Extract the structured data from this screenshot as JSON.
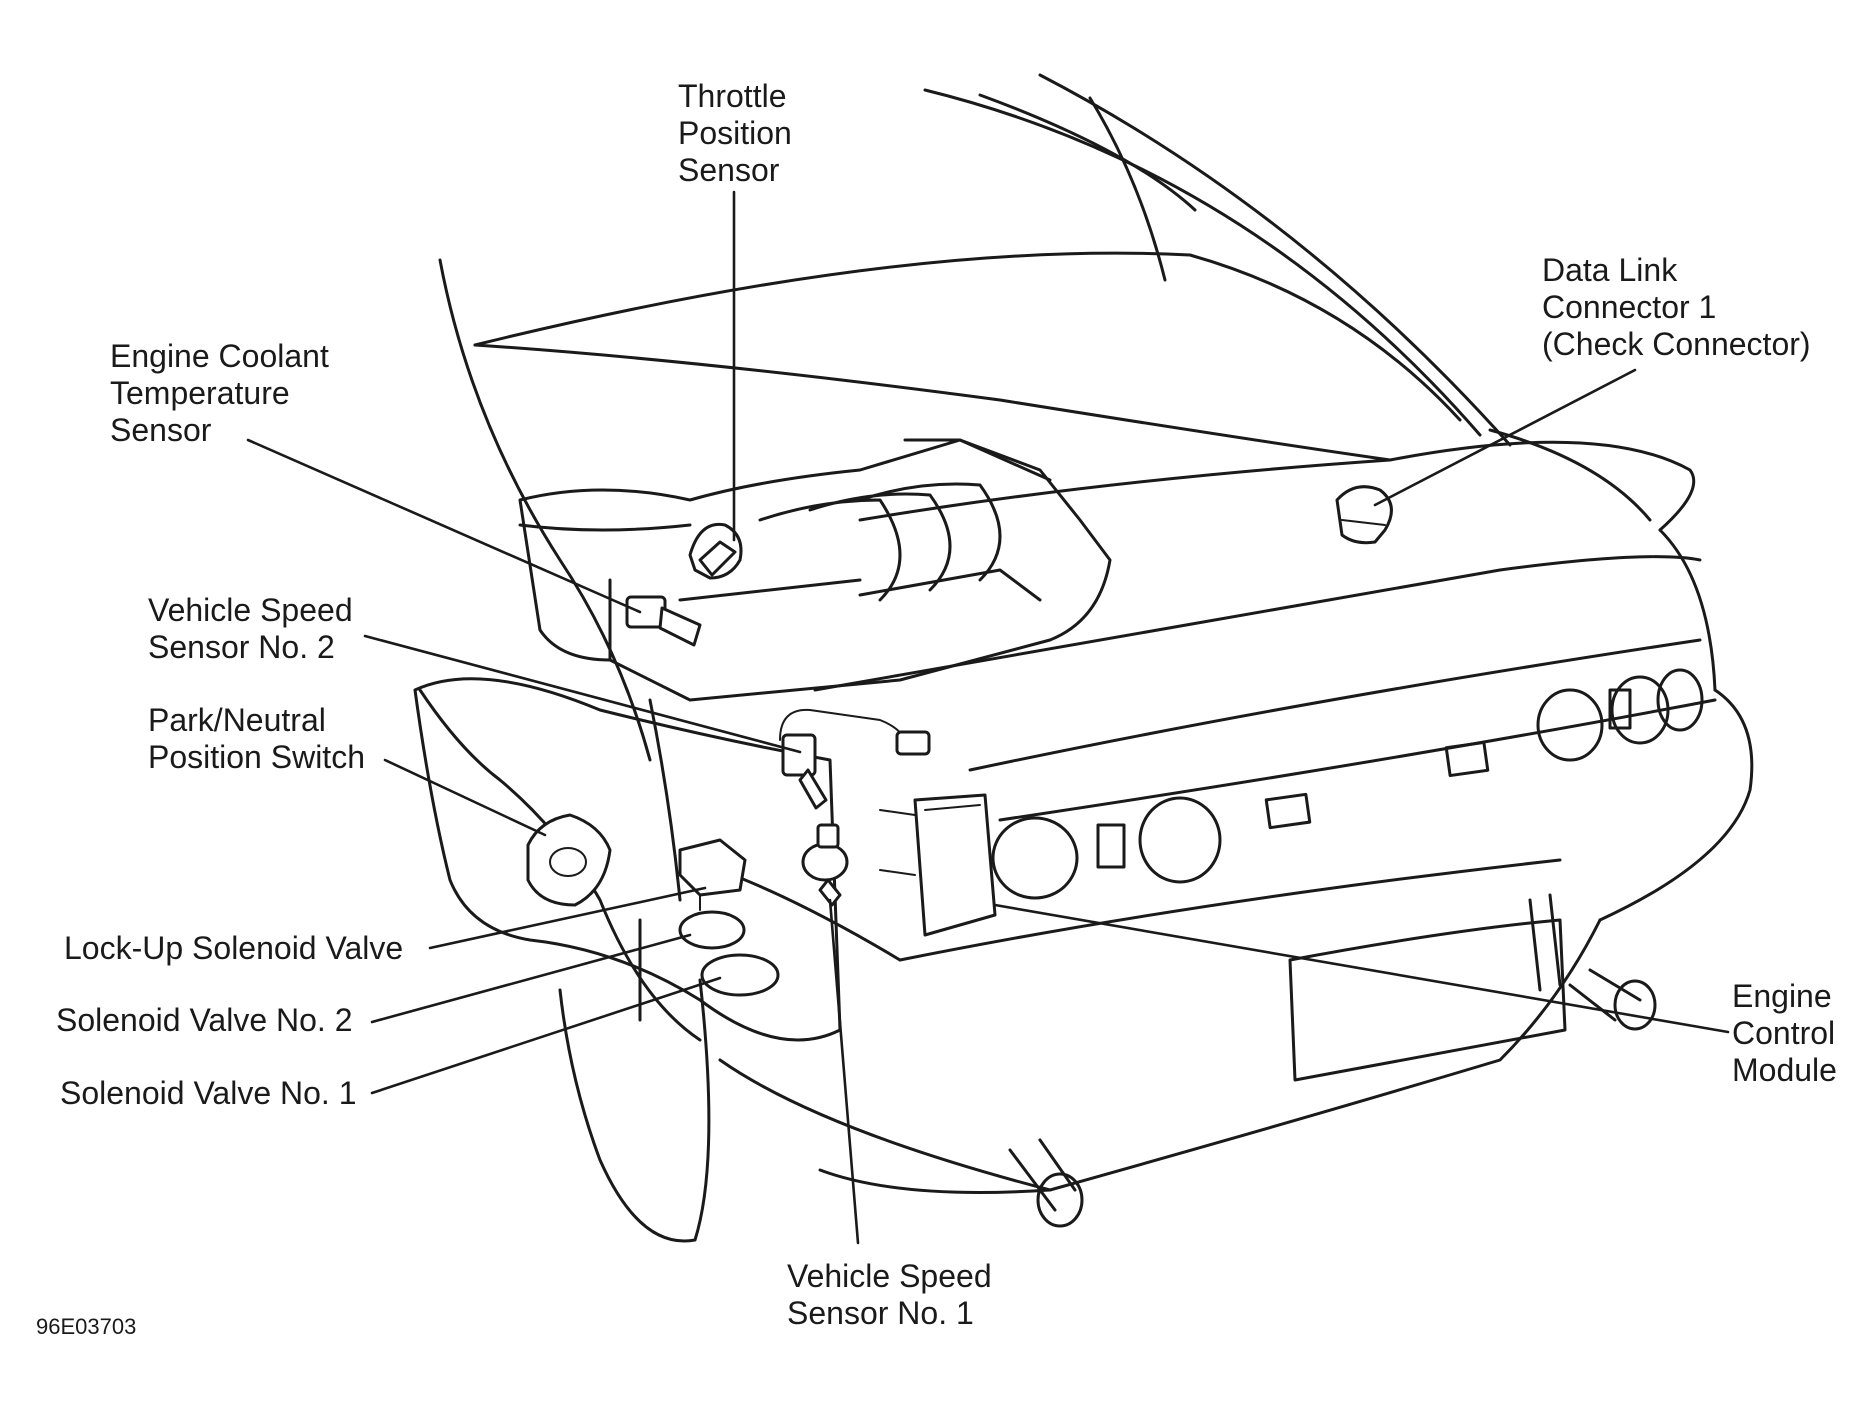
{
  "figure_code": "96E03703",
  "labels": {
    "throttle_position_sensor": [
      "Throttle",
      "Position",
      "Sensor"
    ],
    "engine_coolant_temperature_sensor": [
      "Engine Coolant",
      "Temperature",
      "Sensor"
    ],
    "data_link_connector_1": [
      "Data Link",
      "Connector 1",
      "(Check Connector)"
    ],
    "vehicle_speed_sensor_2": [
      "Vehicle Speed",
      "Sensor No. 2"
    ],
    "park_neutral_position_switch": [
      "Park/Neutral",
      "Position Switch"
    ],
    "lock_up_solenoid_valve": [
      "Lock-Up Solenoid Valve"
    ],
    "solenoid_valve_2": [
      "Solenoid Valve No. 2"
    ],
    "solenoid_valve_1": [
      "Solenoid Valve No. 1"
    ],
    "engine_control_module": [
      "Engine",
      "Control",
      "Module"
    ],
    "vehicle_speed_sensor_1": [
      "Vehicle Speed",
      "Sensor No. 1"
    ]
  }
}
